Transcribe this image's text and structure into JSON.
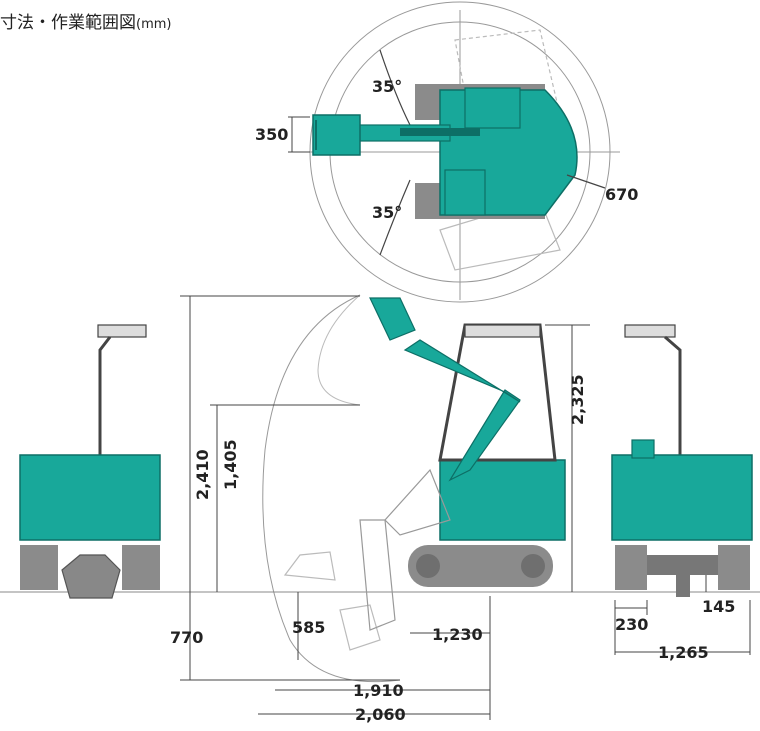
{
  "title": {
    "main": "寸法・作業範囲図",
    "unit": "(mm)"
  },
  "colors": {
    "machine": "#18a89a",
    "machine_dark": "#0d6f66",
    "track": "#8b8b8b",
    "line": "#444444",
    "ghost": "#bdbdbd"
  },
  "dimensions": {
    "angle_top": "35°",
    "angle_bottom": "35°",
    "blade_width": "350",
    "tail_radius": "670",
    "max_height": "2,410",
    "dump_height": "1,405",
    "cab_height": "2,325",
    "dig_depth": "770",
    "vertical_depth": "585",
    "min_radius": "1,230",
    "ground_reach": "1,910",
    "max_reach": "2,060",
    "track_width": "230",
    "ground_clearance": "145",
    "overall_width": "1,265"
  }
}
